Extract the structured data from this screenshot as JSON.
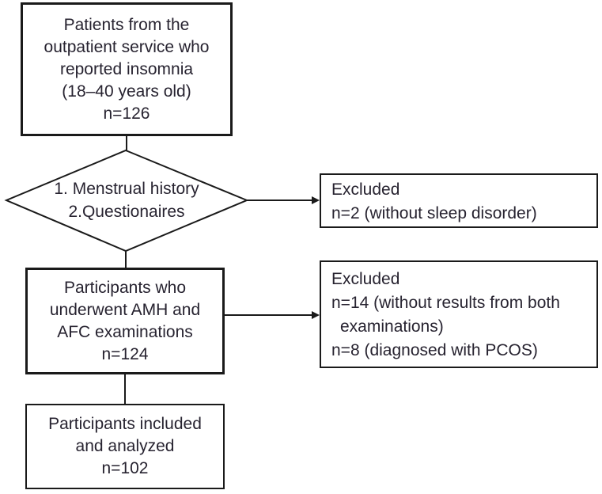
{
  "figure": {
    "type": "flowchart",
    "background_color": "#ffffff",
    "line_color": "#1a1a1a",
    "text_color": "#272330"
  },
  "nodes": {
    "top_box": {
      "lines": [
        "Patients from the",
        "outpatient service who",
        "reported insomnia",
        "(18–40 years old)",
        "n=126"
      ],
      "n": 126
    },
    "decision_diamond": {
      "lines": [
        "1. Menstrual history",
        "2.Questionaires"
      ]
    },
    "excluded_box_1": {
      "lines": [
        "Excluded",
        "n=2 (without sleep disorder)"
      ],
      "n": 2
    },
    "middle_box": {
      "lines": [
        "Participants who",
        "underwent AMH and",
        "AFC examinations",
        "n=124"
      ],
      "n": 124
    },
    "excluded_box_2": {
      "lines": [
        "Excluded",
        "n=14 (without results from both",
        "examinations)",
        "n=8 (diagnosed with PCOS)"
      ],
      "n_without_results": 14,
      "n_pcos": 8
    },
    "bottom_box": {
      "lines": [
        "Participants included",
        "and analyzed",
        "n=102"
      ],
      "n": 102
    }
  }
}
